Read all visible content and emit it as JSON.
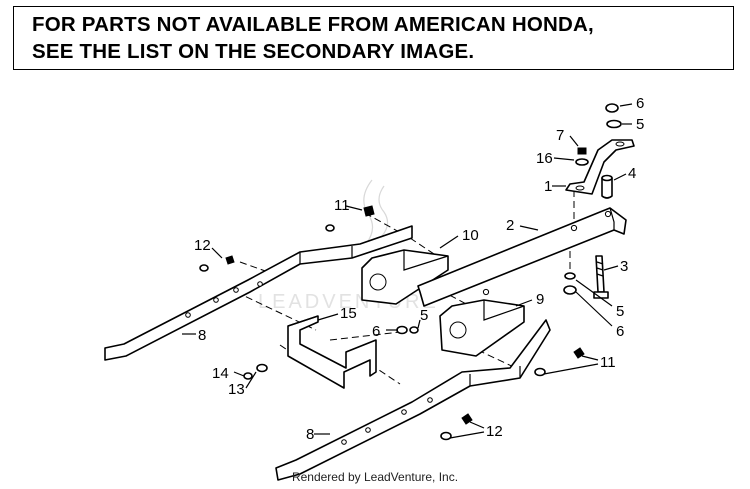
{
  "notice": {
    "line1": "FOR PARTS NOT AVAILABLE FROM AMERICAN HONDA,",
    "line2": "SEE THE LIST ON THE SECONDARY IMAGE."
  },
  "watermark": {
    "text": "LEADVENTURE"
  },
  "callouts": [
    "6",
    "5",
    "7",
    "16",
    "1",
    "4",
    "2",
    "3",
    "5",
    "6",
    "11",
    "10",
    "12",
    "9",
    "5",
    "6",
    "8",
    "15",
    "14",
    "13",
    "11",
    "8",
    "12"
  ],
  "footer": {
    "text": "Rendered by LeadVenture, Inc."
  }
}
